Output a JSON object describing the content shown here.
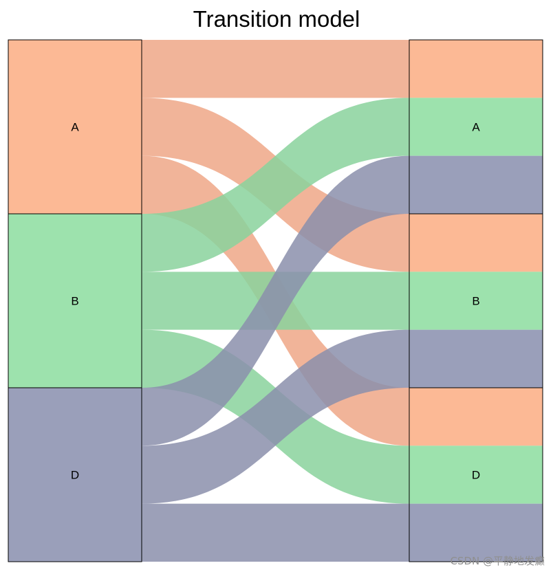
{
  "chart_data": {
    "type": "alluvial",
    "title": "Transition model",
    "categories": [
      "A",
      "B",
      "D"
    ],
    "left_axis": {
      "values": [
        "A",
        "B",
        "D"
      ],
      "counts": [
        3,
        3,
        3
      ]
    },
    "right_axis": {
      "values": [
        "A",
        "B",
        "D"
      ],
      "counts": [
        3,
        3,
        3
      ]
    },
    "flows": [
      {
        "from": "A",
        "to": "A",
        "value": 1
      },
      {
        "from": "A",
        "to": "B",
        "value": 1
      },
      {
        "from": "A",
        "to": "D",
        "value": 1
      },
      {
        "from": "B",
        "to": "A",
        "value": 1
      },
      {
        "from": "B",
        "to": "B",
        "value": 1
      },
      {
        "from": "B",
        "to": "D",
        "value": 1
      },
      {
        "from": "D",
        "to": "A",
        "value": 1
      },
      {
        "from": "D",
        "to": "B",
        "value": 1
      },
      {
        "from": "D",
        "to": "D",
        "value": 1
      }
    ],
    "colors": {
      "A": "#fcb995",
      "B": "#9de2ad",
      "D": "#9a9fba",
      "flow_A": "#eea787",
      "flow_B": "#89d29c",
      "flow_D": "#8b8fab"
    }
  },
  "watermark": "CSDN @平静地发癫"
}
